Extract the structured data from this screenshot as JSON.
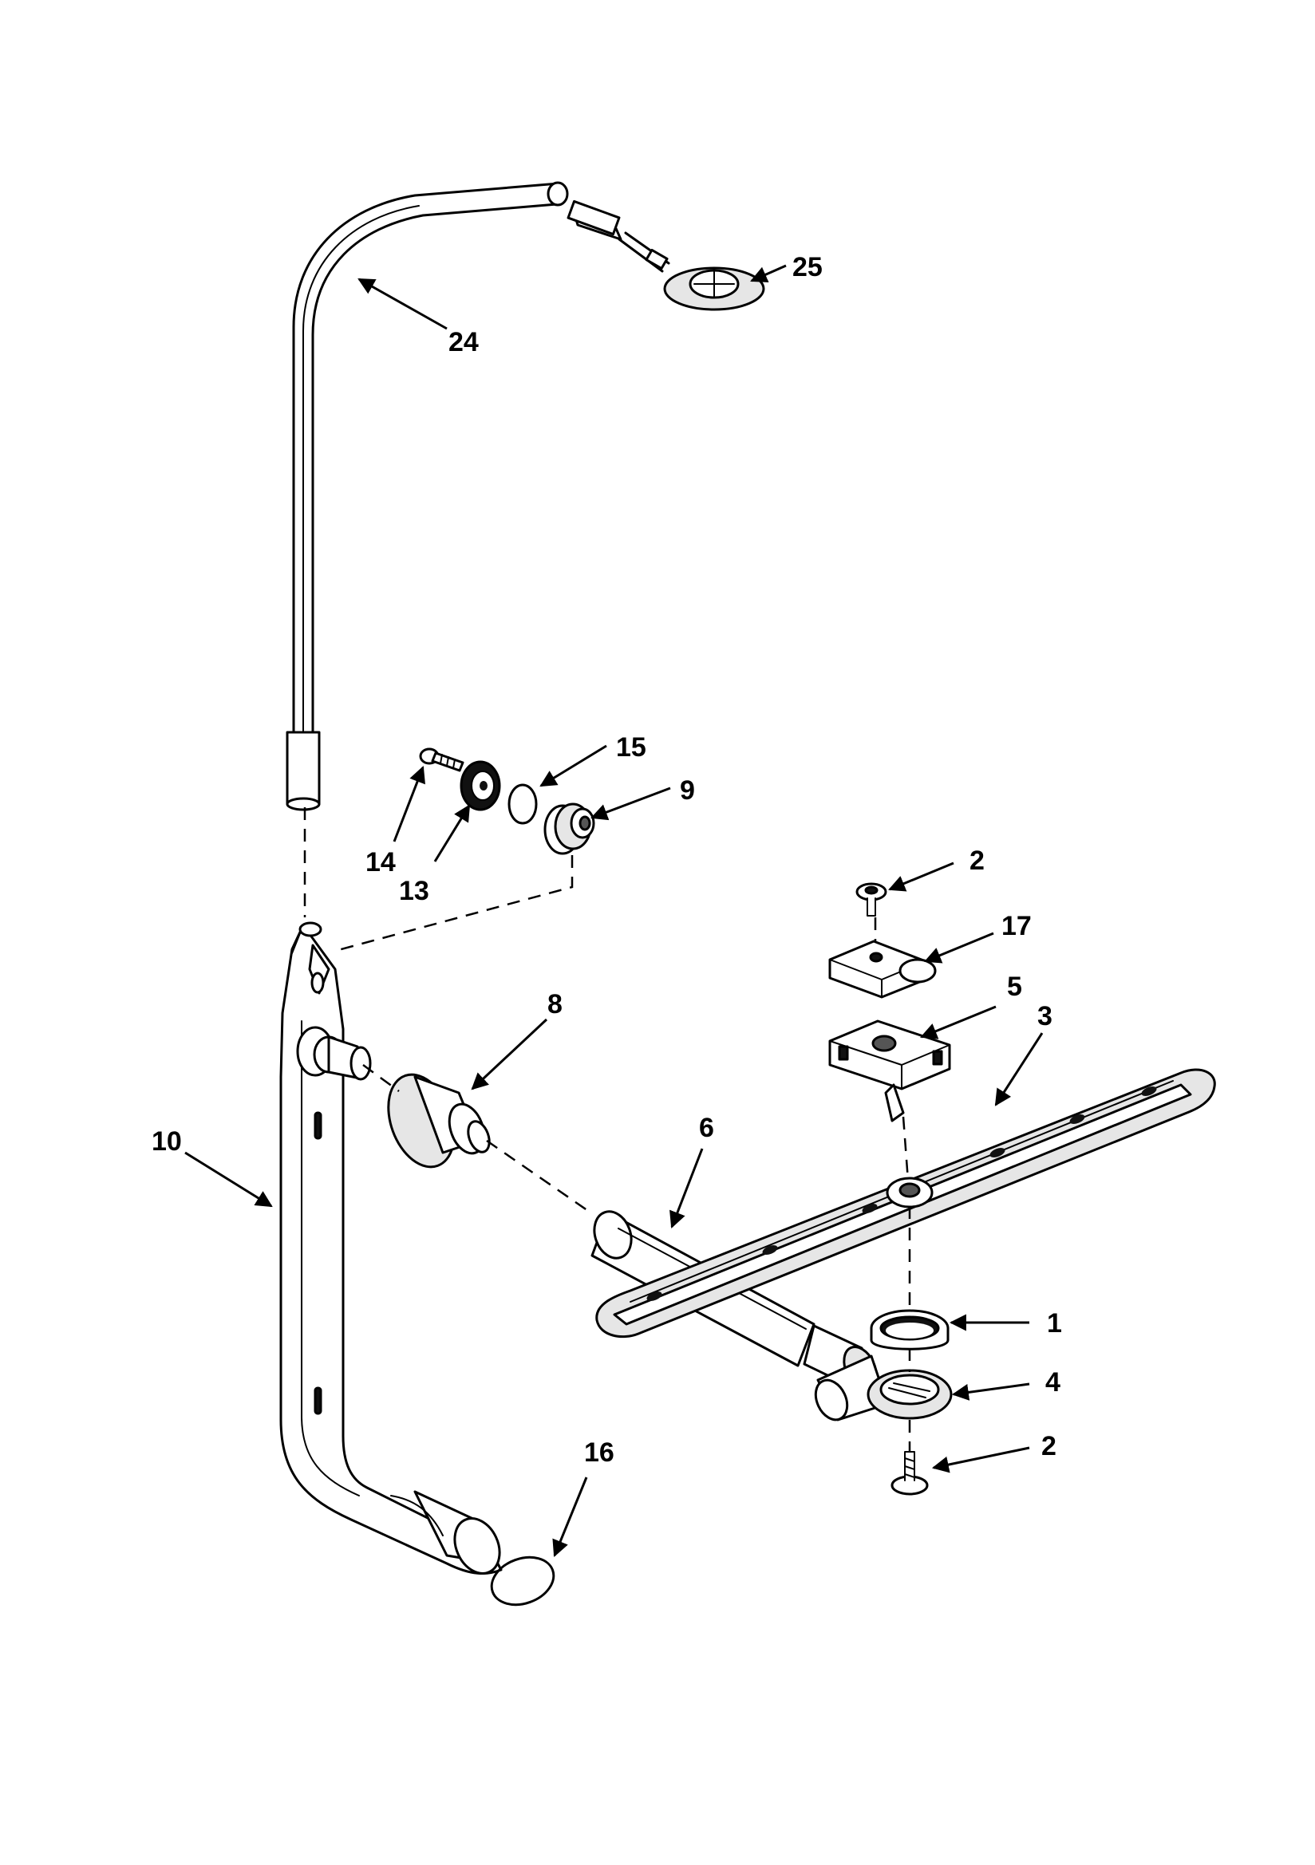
{
  "callouts": [
    {
      "id": "c25",
      "text": "25"
    },
    {
      "id": "c24",
      "text": "24"
    },
    {
      "id": "c15",
      "text": "15"
    },
    {
      "id": "c9",
      "text": "9"
    },
    {
      "id": "c14",
      "text": "14"
    },
    {
      "id": "c13",
      "text": "13"
    },
    {
      "id": "c2a",
      "text": "2"
    },
    {
      "id": "c17",
      "text": "17"
    },
    {
      "id": "c5",
      "text": "5"
    },
    {
      "id": "c3",
      "text": "3"
    },
    {
      "id": "c8",
      "text": "8"
    },
    {
      "id": "c10",
      "text": "10"
    },
    {
      "id": "c6",
      "text": "6"
    },
    {
      "id": "c1",
      "text": "1"
    },
    {
      "id": "c4",
      "text": "4"
    },
    {
      "id": "c2b",
      "text": "2"
    },
    {
      "id": "c16",
      "text": "16"
    }
  ]
}
